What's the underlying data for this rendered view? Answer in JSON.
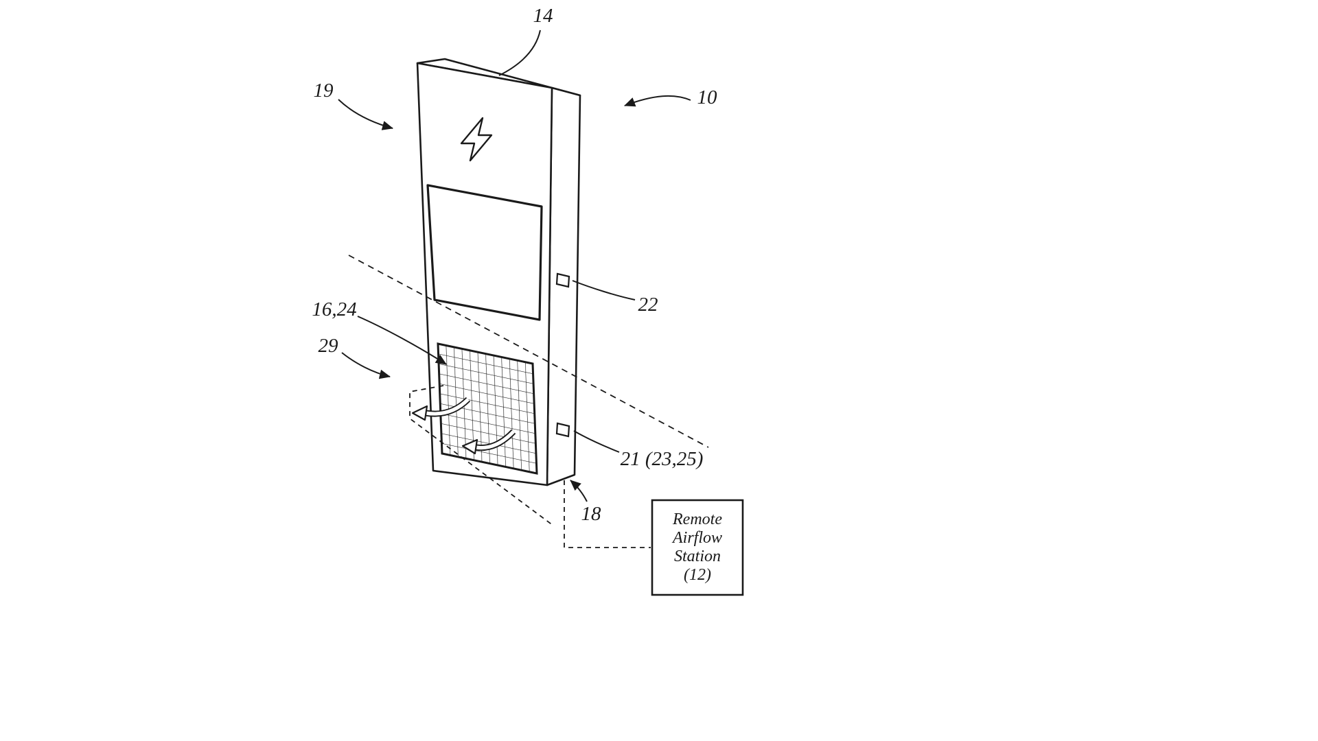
{
  "labels": {
    "ref14": "14",
    "ref19": "19",
    "ref10": "10",
    "ref22": "22",
    "ref16_24": "16,24",
    "ref29": "29",
    "ref21_23_25": "21 (23,25)",
    "ref18": "18"
  },
  "station_box": {
    "line1": "Remote",
    "line2": "Airflow",
    "line3": "Station",
    "line4": "(12)"
  },
  "icons": {
    "lightning": "lightning-bolt-icon"
  },
  "colors": {
    "line": "#1a1a1a",
    "background": "#ffffff"
  }
}
